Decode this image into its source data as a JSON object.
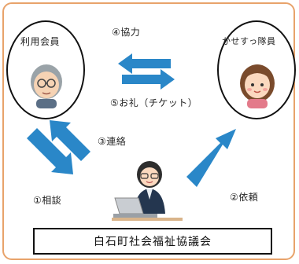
{
  "nodes": {
    "member": "利用会員",
    "team": "かせすっ隊員",
    "council": "白石町社会福祉協議会"
  },
  "steps": {
    "consult": "①相談",
    "request": "②依頼",
    "contact": "③連絡",
    "cooperate": "④協力",
    "thanks": "⑤お礼（チケット）"
  },
  "colors": {
    "arrow": "#2a87c8",
    "frame": "#e8a36b"
  }
}
